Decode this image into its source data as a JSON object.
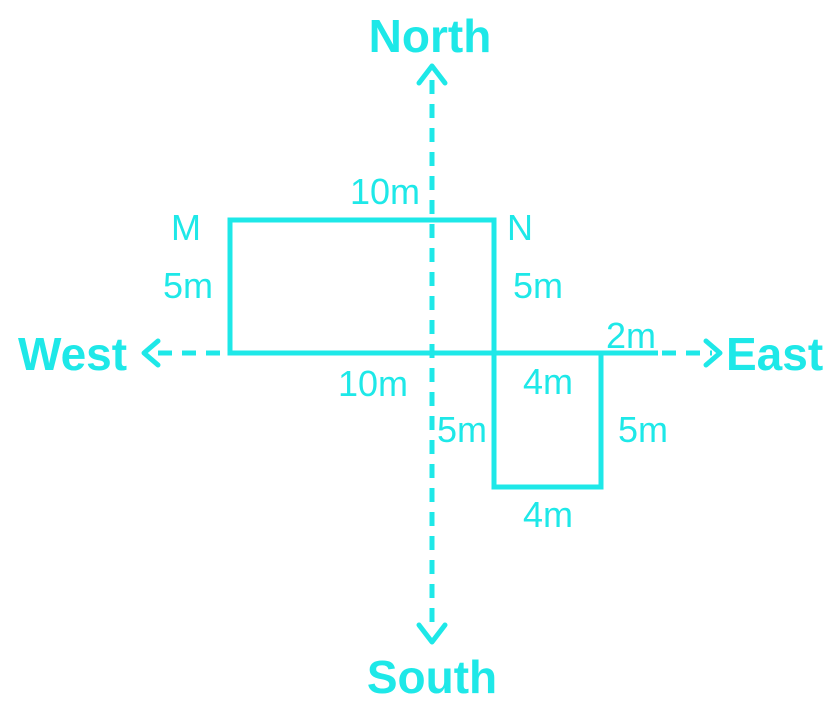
{
  "colors": {
    "accent": "#1ee8e8",
    "background": "#ffffff"
  },
  "directions": {
    "north": "North",
    "south": "South",
    "east": "East",
    "west": "West"
  },
  "points": {
    "m": "M",
    "n": "N"
  },
  "distances": {
    "top_edge": "10m",
    "bottom_edge": "10m",
    "left_edge": "5m",
    "right_edge": "5m",
    "east_segment": "2m",
    "small_top": "4m",
    "small_left": "5m",
    "small_right": "5m",
    "small_bottom": "4m"
  }
}
